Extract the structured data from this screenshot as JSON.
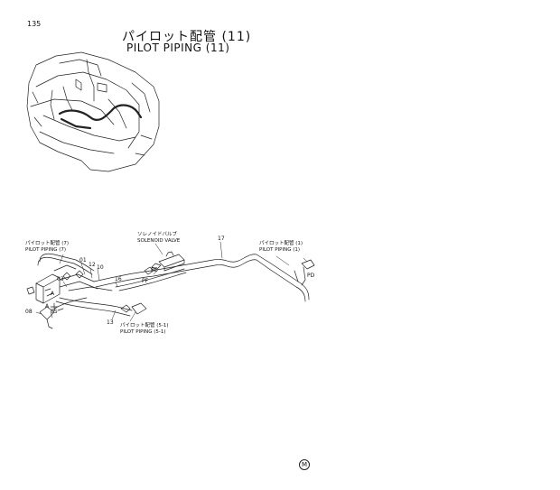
{
  "page": {
    "number": "135",
    "corner_mark": "M"
  },
  "title": {
    "ja": "パイロット配管 (11)",
    "en": "PILOT PIPING (11)"
  },
  "callouts": {
    "piping7": {
      "ja": "パイロット配管 (7)",
      "en": "PILOT PIPING (7)"
    },
    "solenoid": {
      "ja": "ソレノイドバルブ",
      "en": "SOLENOID VALVE"
    },
    "piping1": {
      "ja": "パイロット配管 (1)",
      "en": "PILOT PIPING (1)"
    },
    "piping5": {
      "ja": "パイロット配管 (5-1)",
      "en": "PILOT PIPING (5-1)"
    }
  },
  "part_numbers": {
    "p01": "01",
    "p12": "12",
    "p10": "10",
    "p03": "03",
    "p16": "16",
    "p17": "17",
    "p13": "13",
    "p08": "08",
    "p05": "05",
    "pa1": "A",
    "pa2": "A",
    "ppf": "PF",
    "ppe": "PE",
    "ppd": "PD"
  }
}
